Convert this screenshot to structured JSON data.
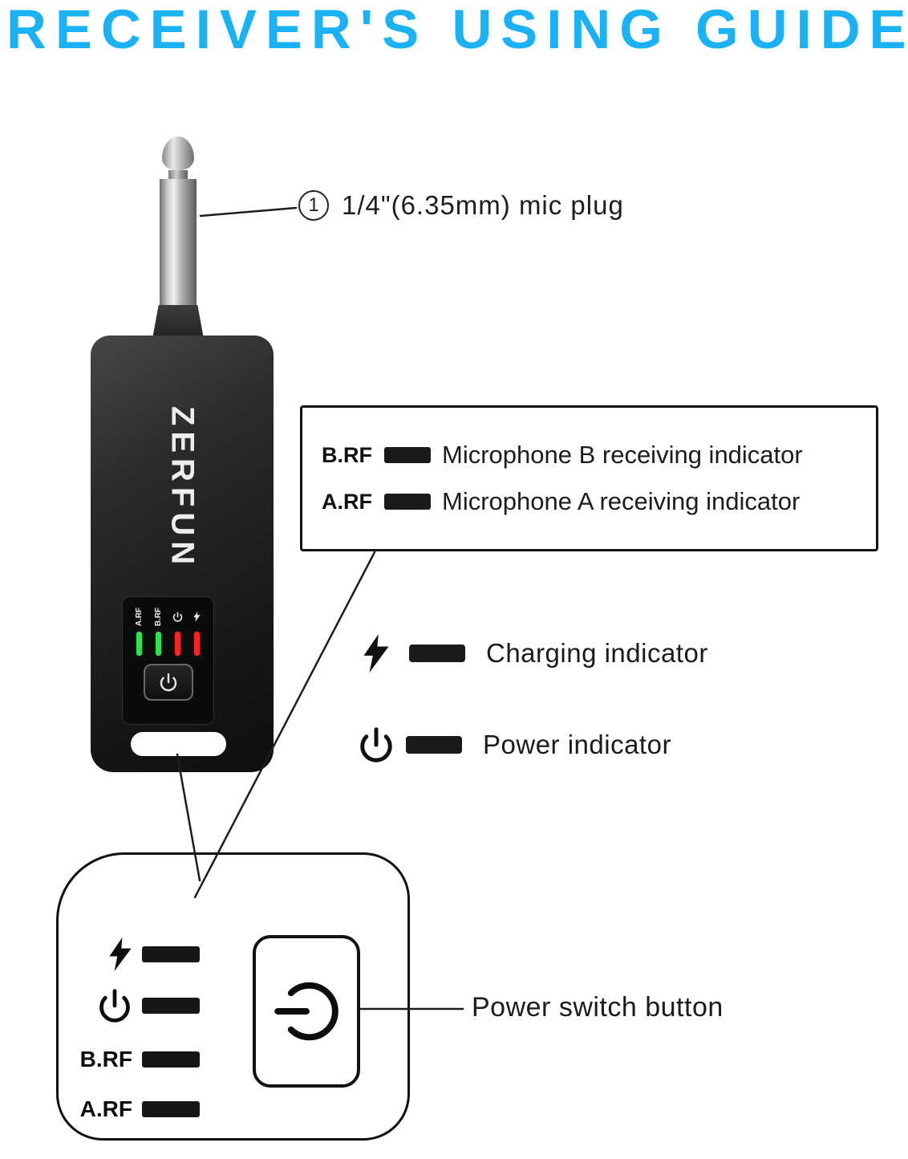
{
  "title": "RECEIVER'S USING GUIDE",
  "colors": {
    "title": "#1ab2f5",
    "connector": "#1d1d1d",
    "led_green": "#2fe24c",
    "led_red": "#ff2222"
  },
  "icons": {
    "charging": "lightning-bolt",
    "power": "power-symbol"
  },
  "device": {
    "brand": "ZERFUN",
    "panel": {
      "labels": [
        "A.RF",
        "B.RF"
      ],
      "led_colors": [
        "#2fe24c",
        "#2fe24c",
        "#ff2222",
        "#ff2222"
      ]
    }
  },
  "callouts": {
    "mic_plug": {
      "number": "1",
      "text": "1/4\"(6.35mm) mic plug"
    },
    "receiving": [
      {
        "label": "B.RF",
        "text": "Microphone B receiving indicator"
      },
      {
        "label": "A.RF",
        "text": "Microphone A receiving indicator"
      }
    ],
    "charging": "Charging indicator",
    "power": "Power indicator",
    "power_switch": "Power switch button"
  },
  "zoom": {
    "brf": "B.RF",
    "arf": "A.RF"
  }
}
